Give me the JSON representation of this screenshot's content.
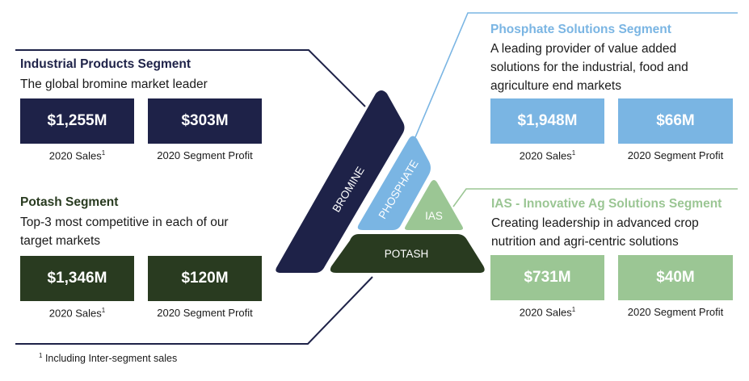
{
  "colors": {
    "bromine": "#1e2248",
    "potash": "#293b20",
    "phosphate": "#7ab5e3",
    "ias": "#9bc694"
  },
  "pyramid": {
    "bromine_label": "BROMINE",
    "phosphate_label": "PHOSPHATE",
    "ias_label": "IAS",
    "potash_label": "POTASH"
  },
  "segments": {
    "industrial": {
      "title": "Industrial Products Segment",
      "description": [
        "The global bromine market leader"
      ],
      "sales_value": "$1,255M",
      "sales_label": "2020 Sales",
      "sales_note": "1",
      "profit_value": "$303M",
      "profit_label": "2020 Segment Profit"
    },
    "potash": {
      "title": "Potash Segment",
      "description": [
        "Top-3 most competitive in each of our",
        "target markets"
      ],
      "sales_value": "$1,346M",
      "sales_label": "2020 Sales",
      "sales_note": "1",
      "profit_value": "$120M",
      "profit_label": "2020 Segment Profit"
    },
    "phosphate": {
      "title": "Phosphate Solutions Segment",
      "description": [
        "A leading provider of value added",
        "solutions for the industrial, food and",
        "agriculture end markets"
      ],
      "sales_value": "$1,948M",
      "sales_label": "2020 Sales",
      "sales_note": "1",
      "profit_value": "$66M",
      "profit_label": "2020 Segment Profit"
    },
    "ias": {
      "title": "IAS - Innovative Ag Solutions Segment",
      "description": [
        "Creating leadership in advanced crop",
        "nutrition and agri-centric solutions"
      ],
      "sales_value": "$731M",
      "sales_label": "2020 Sales",
      "sales_note": "1",
      "profit_value": "$40M",
      "profit_label": "2020 Segment Profit"
    }
  },
  "footnote": {
    "marker": "1",
    "text": "Including Inter-segment sales"
  }
}
